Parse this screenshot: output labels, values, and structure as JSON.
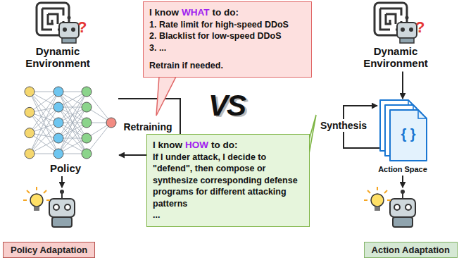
{
  "diagram": {
    "nodes": [
      {
        "text": [
          "Dynamic Environment"
        ]
      },
      {
        "text": [
          "I know",
          "WHAT",
          "to do:",
          "1. Rate limit for high-speed DDoS",
          "2. Blacklist for low-speed DDoS",
          "3. ...",
          "Retrain if needed."
        ]
      },
      {
        "text": [
          "Dynamic Environment"
        ]
      },
      {
        "text": [
          "Policy"
        ]
      },
      {
        "text": [
          "I know",
          "HOW",
          "to do:",
          "If I under attack, I decide to \"defend\", then compose or synthesize corresponding defense programs for different attacking patterns",
          "..."
        ]
      },
      {
        "text": [
          "{ }",
          "Action Space"
        ]
      },
      {
        "text": [
          "Policy Adaptation"
        ]
      },
      {
        "text": [
          "Action Adaptation"
        ]
      }
    ],
    "edges": [
      {
        "from": 3,
        "to": 3,
        "arrow": "to",
        "label": "Retraining"
      },
      {
        "from": 5,
        "to": 5,
        "arrow": "to",
        "label": "Synthesis"
      },
      {
        "from": 2,
        "to": 5,
        "arrow": "to"
      }
    ],
    "labels": [
      "VS",
      "?",
      "?"
    ]
  }
}
